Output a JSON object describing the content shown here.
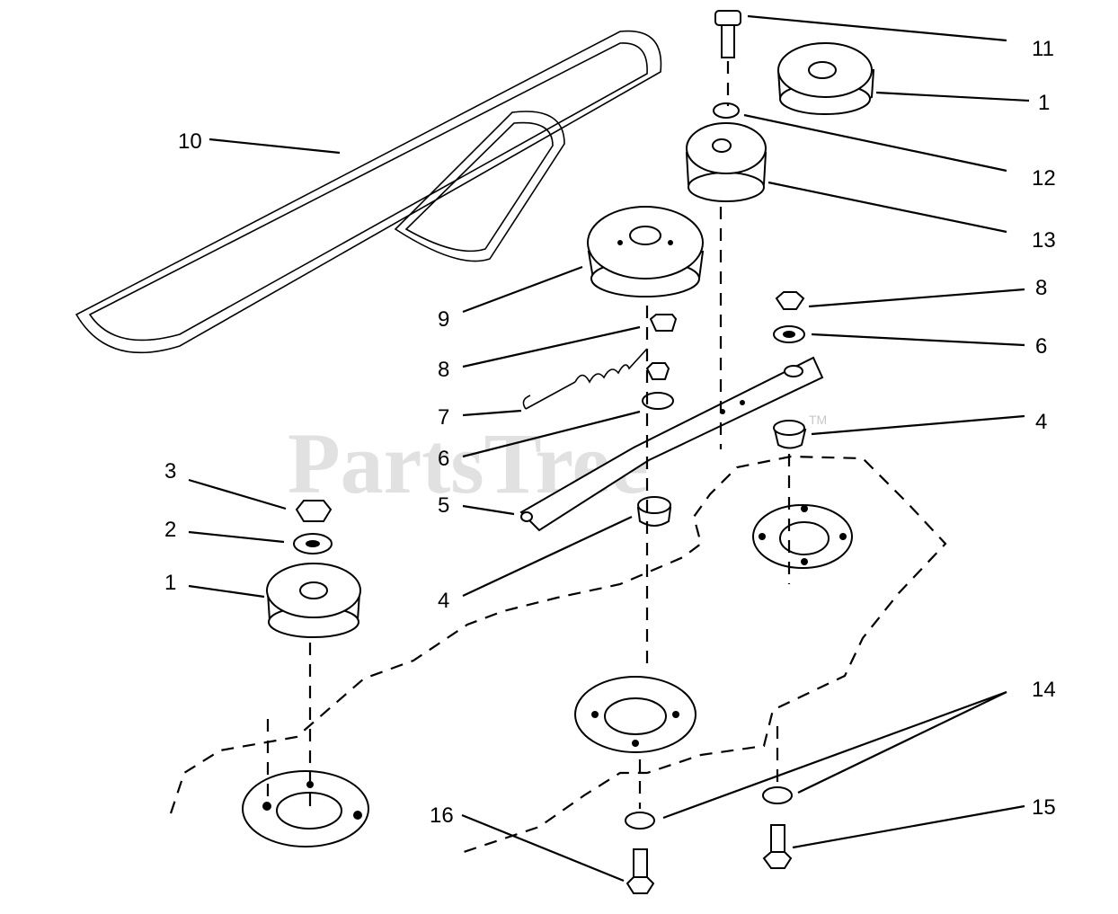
{
  "watermark": {
    "brand": "PartsTree",
    "trademark": "TM"
  },
  "callouts": {
    "c1_top": "1",
    "c1_left": "1",
    "c2": "2",
    "c3": "3",
    "c4_right": "4",
    "c4_left": "4",
    "c5": "5",
    "c6_right": "6",
    "c6_left": "6",
    "c7": "7",
    "c8_right": "8",
    "c8_left": "8",
    "c9": "9",
    "c10": "10",
    "c11": "11",
    "c12": "12",
    "c13": "13",
    "c14": "14",
    "c15": "15",
    "c16": "16"
  }
}
